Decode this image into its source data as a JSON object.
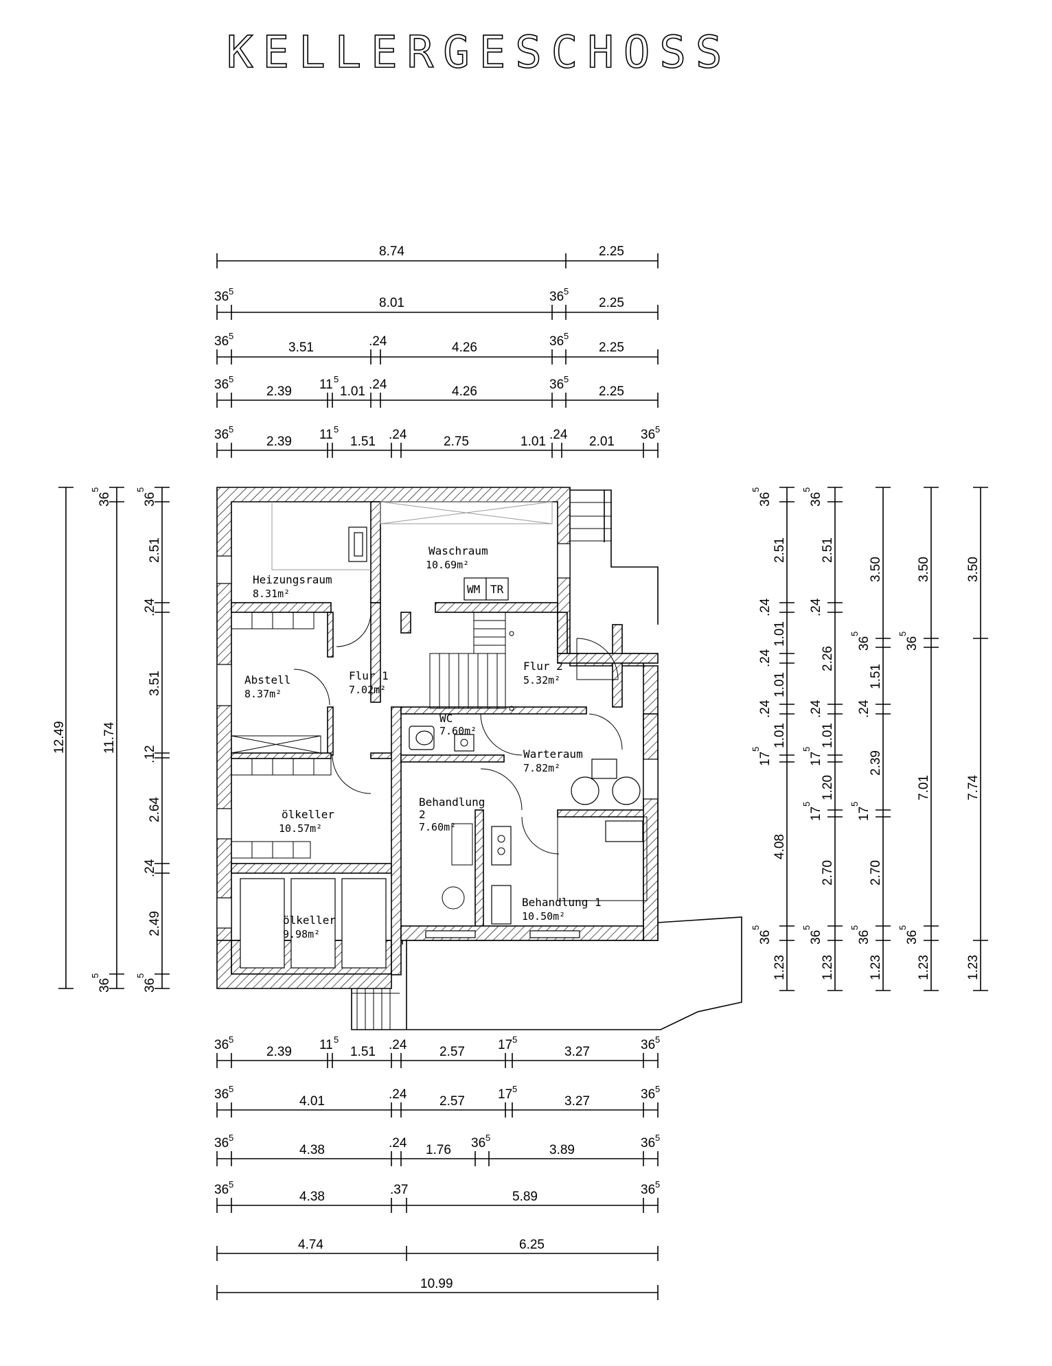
{
  "title": "KELLERGESCHOSS",
  "rooms": [
    {
      "name": "Heizungsraum",
      "area": "8.31m²"
    },
    {
      "name": "Waschraum",
      "area": "10.69m²"
    },
    {
      "name": "Abstell",
      "area": "8.37m²"
    },
    {
      "name": "Flur 1",
      "area": "7.02m²"
    },
    {
      "name": "Flur 2",
      "area": "5.32m²"
    },
    {
      "name": "WC",
      "area": "7.60m²"
    },
    {
      "name": "Warteraum",
      "area": "7.82m²"
    },
    {
      "name": "Behandlung",
      "name2": "2",
      "area": "7.60m²"
    },
    {
      "name": "ölkeller",
      "area": "10.57m²"
    },
    {
      "name": "ölkeller",
      "area": "9.98m²"
    },
    {
      "name": "Behandlung 1",
      "area": "10.50m²"
    }
  ],
  "fixtures": {
    "wm": "WM",
    "tr": "TR"
  },
  "dims": {
    "top": [
      [
        "8.74",
        "2.25"
      ],
      [
        "36",
        "5",
        "8.01",
        "36",
        "5",
        "2.25"
      ],
      [
        "36",
        "5",
        "3.51",
        ".24",
        "4.26",
        "36",
        "5",
        "2.25"
      ],
      [
        "36",
        "5",
        "2.39",
        "11",
        "5",
        "1.01",
        ".24",
        "4.26",
        "36",
        "5",
        "2.25"
      ],
      [
        "36",
        "5",
        "2.39",
        "11",
        "5",
        "1.51",
        ".24",
        "2.75",
        "1.01",
        ".24",
        "2.01",
        "36",
        "5"
      ]
    ],
    "bottom": [
      [
        "36",
        "5",
        "2.39",
        "11",
        "5",
        "1.51",
        ".24",
        "2.57",
        "17",
        "5",
        "3.27",
        "36",
        "5"
      ],
      [
        "36",
        "5",
        "4.01",
        ".24",
        "2.57",
        "17",
        "5",
        "3.27",
        "36",
        "5"
      ],
      [
        "36",
        "5",
        "4.38",
        ".24",
        "1.76",
        "36",
        "5",
        "3.89",
        "36",
        "5"
      ],
      [
        "36",
        "5",
        "4.38",
        ".37",
        "5.89",
        "36",
        "5"
      ],
      [
        "4.74",
        "6.25"
      ],
      [
        "10.99"
      ]
    ],
    "left": [
      [
        "12.49"
      ],
      [
        "36",
        "5",
        "11.74",
        "36",
        "5"
      ],
      [
        "36",
        "5",
        "2.51",
        ".24",
        "3.51",
        ".12",
        "2.64",
        ".24",
        "2.49",
        "36",
        "5"
      ]
    ],
    "right": [
      [
        "36",
        "5",
        "2.51",
        ".24",
        "1.01",
        ".24",
        "1.01",
        ".24",
        "1.01",
        "17",
        "5",
        "4.08",
        "36",
        "5",
        "1.23"
      ],
      [
        "36",
        "5",
        "2.51",
        ".24",
        "2.26",
        ".24",
        "1.01",
        "17",
        "5",
        "1.20",
        "17",
        "5",
        "2.70",
        "36",
        "5",
        "1.23"
      ],
      [
        "3.50",
        "36",
        "5",
        "1.51",
        ".24",
        "2.39",
        "17",
        "5",
        "2.70",
        "36",
        "5",
        "1.23"
      ],
      [
        "3.50",
        "36",
        "5",
        "7.01",
        "36",
        "5",
        "1.23"
      ],
      [
        "3.50",
        "7.74",
        "1.23"
      ]
    ]
  }
}
